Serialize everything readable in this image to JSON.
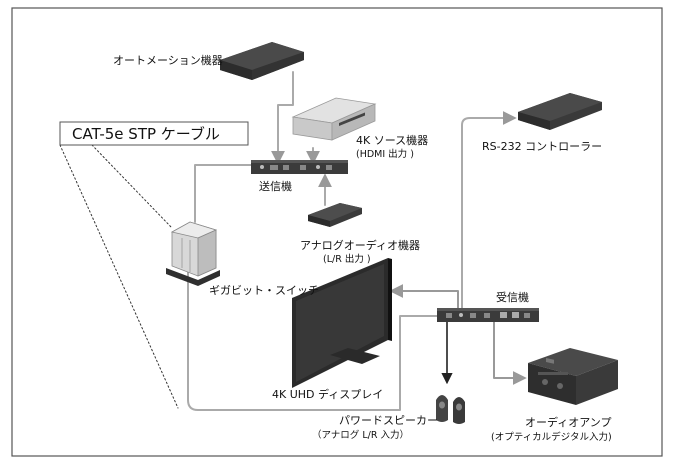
{
  "callout": {
    "text": "CAT-5e STP ケーブル"
  },
  "labels": {
    "automation": "オートメーション機器",
    "source_line1": "4K ソース機器",
    "source_line2": "(HDMI 出力 )",
    "transmitter": "送信機",
    "rs232": "RS-232 コントローラー",
    "analog_line1": "アナログオーディオ機器",
    "analog_line2": "(L/R 出力 )",
    "gigabit_switch": "ギガビット・スイッチ",
    "receiver": "受信機",
    "display": "4K UHD ディスプレイ",
    "speaker_line1": "パワードスピーカー",
    "speaker_line2": "（アナログ L/R 入力）",
    "amp_line1": "オーディオアンプ",
    "amp_line2": "(オプティカルデジタル入力)"
  },
  "colors": {
    "border": "#555555",
    "cable_gray": "#aaaaaa",
    "cable_dark": "#222222",
    "device_dark": "#3a3a3a",
    "device_light": "#d6d6d6"
  }
}
